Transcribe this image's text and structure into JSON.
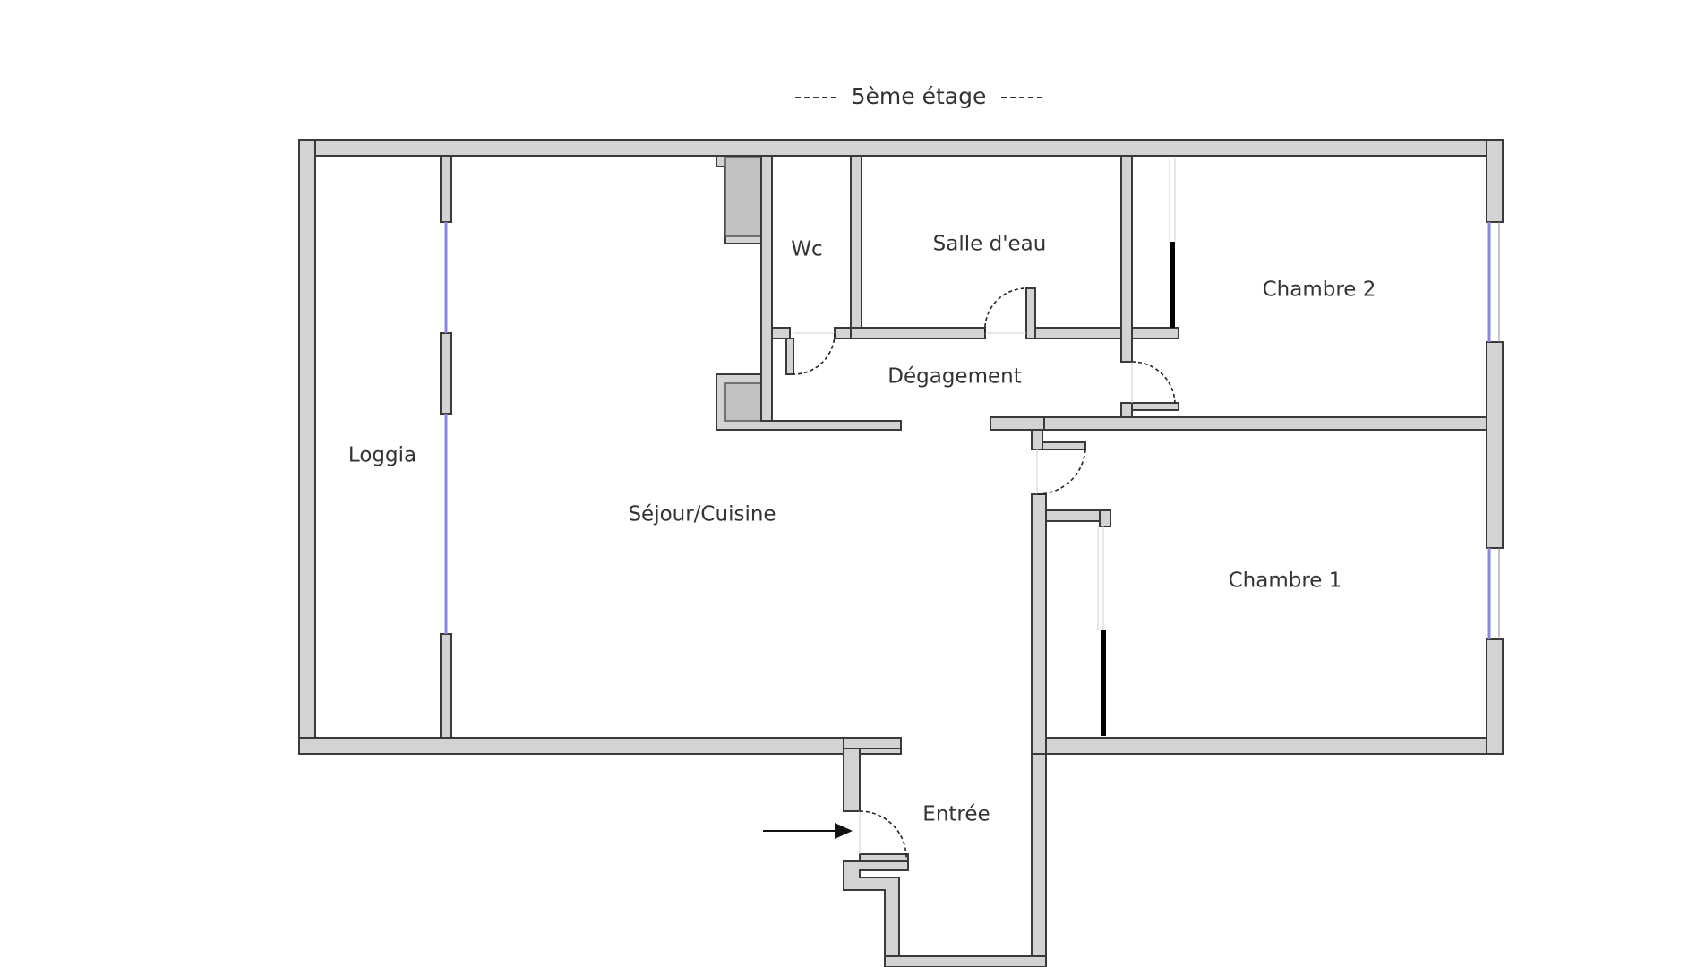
{
  "floor_label": "5ème étage",
  "rooms": {
    "loggia": "Loggia",
    "sejour": "Séjour/Cuisine",
    "wc": "Wc",
    "salle_eau": "Salle d'eau",
    "degagement": "Dégagement",
    "chambre2": "Chambre 2",
    "chambre1": "Chambre 1",
    "entree": "Entrée"
  },
  "colors": {
    "wall_fill": "#d3d3d3",
    "wall_stroke": "#3a3a3a",
    "window": "#8a87e0",
    "closet": "#000000"
  }
}
